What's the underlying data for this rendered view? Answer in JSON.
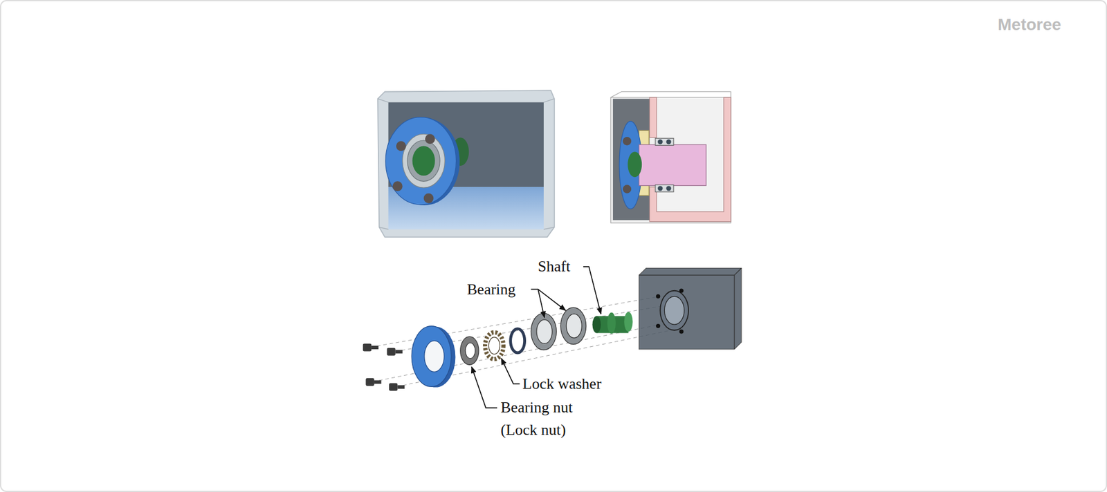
{
  "diagram": {
    "labels": [
      "Metoree",
      "Shaft",
      "Bearing",
      "Lock washer",
      "Bearing nut (Lock nut)"
    ]
  }
}
